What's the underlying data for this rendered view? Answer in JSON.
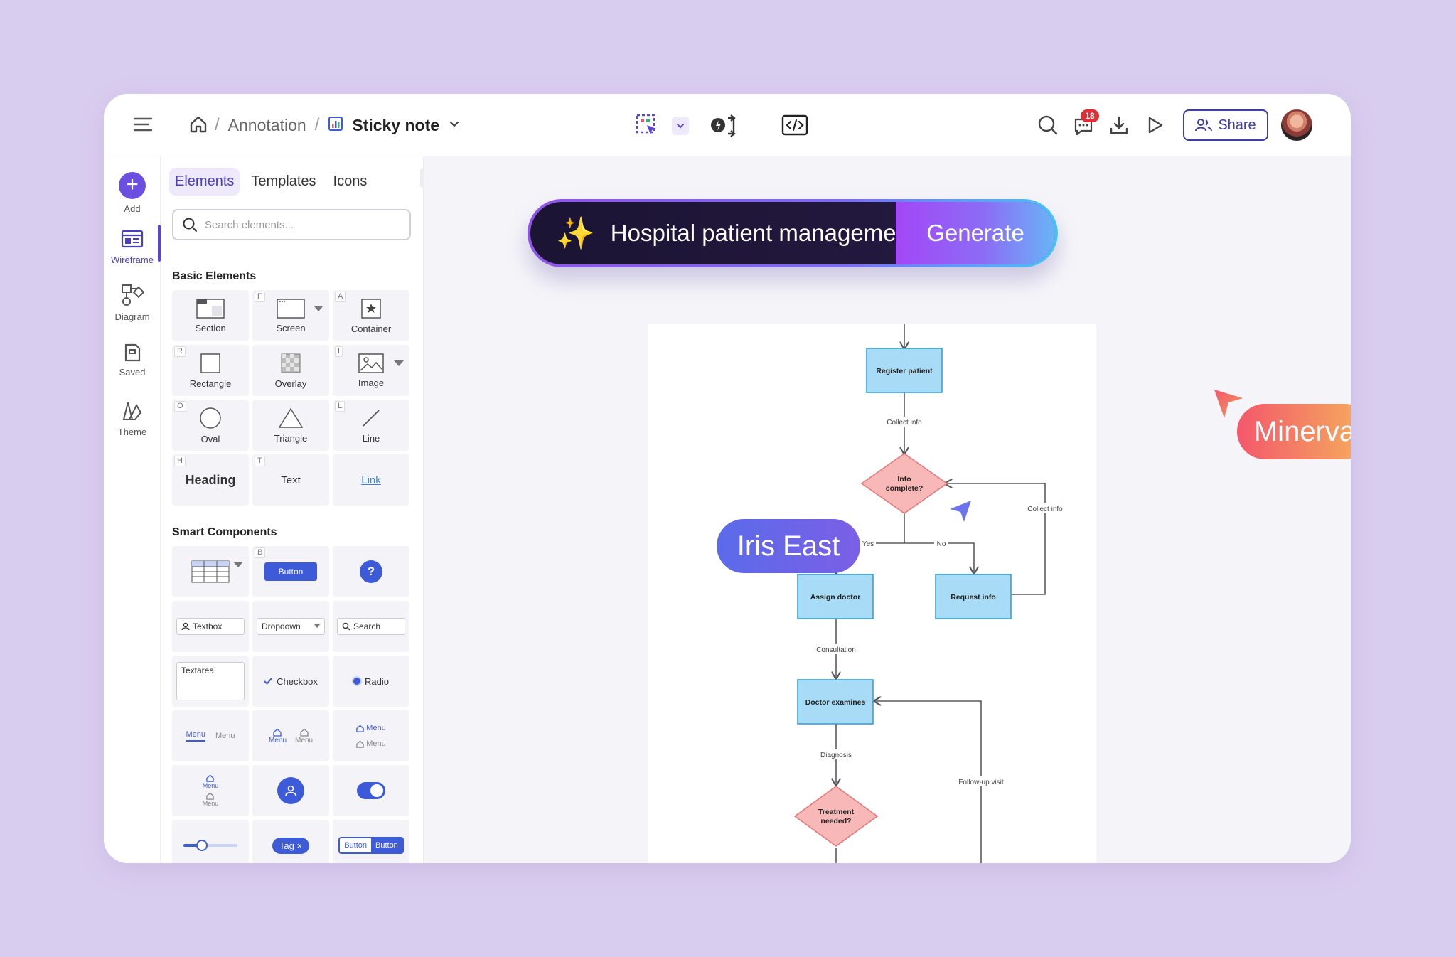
{
  "breadcrumb": {
    "root": "Annotation",
    "current": "Sticky note",
    "sep": "/"
  },
  "header": {
    "notifications": "18",
    "share_label": "Share"
  },
  "rail": [
    {
      "label": "Add"
    },
    {
      "label": "Wireframe"
    },
    {
      "label": "Diagram"
    },
    {
      "label": "Saved"
    },
    {
      "label": "Theme"
    }
  ],
  "panel": {
    "tabs": [
      "Elements",
      "Templates",
      "Icons"
    ],
    "search_placeholder": "Search elements...",
    "basic_title": "Basic Elements",
    "basic": [
      {
        "label": "Section",
        "key": ""
      },
      {
        "label": "Screen",
        "key": "F"
      },
      {
        "label": "Container",
        "key": "A"
      },
      {
        "label": "Rectangle",
        "key": "R"
      },
      {
        "label": "Overlay",
        "key": ""
      },
      {
        "label": "Image",
        "key": "I"
      },
      {
        "label": "Oval",
        "key": "O"
      },
      {
        "label": "Triangle",
        "key": ""
      },
      {
        "label": "Line",
        "key": "L"
      },
      {
        "label": "Heading",
        "key": "H"
      },
      {
        "label": "Text",
        "key": "T"
      },
      {
        "label": "Link",
        "key": ""
      }
    ],
    "smart_title": "Smart Components",
    "smart": {
      "button": "Button",
      "button_key": "B",
      "help": "?",
      "textbox": "Textbox",
      "dropdown": "Dropdown",
      "search": "Search",
      "textarea": "Textarea",
      "checkbox": "Checkbox",
      "radio": "Radio",
      "menu": "Menu",
      "tag": "Tag ×"
    }
  },
  "prompt": {
    "text": "Hospital patient management system",
    "generate_label": "Generate"
  },
  "cursors": [
    {
      "name": "Minerva",
      "color": "#f4576c"
    },
    {
      "name": "Iris East",
      "color": "#5b6bea"
    }
  ],
  "flowchart": {
    "register": "Register patient",
    "collect1": "Collect info",
    "info1": "Info",
    "info2": "complete?",
    "yes": "Yes",
    "no": "No",
    "collect2": "Collect info",
    "assign": "Assign doctor",
    "request": "Request info",
    "consult": "Consultation",
    "examine": "Doctor examines",
    "diagnosis": "Diagnosis",
    "followup": "Follow-up visit",
    "treat1": "Treatment",
    "treat2": "needed?"
  },
  "colors": {
    "accent": "#5b43d6",
    "box_fill": "#a8dcf6",
    "box_stroke": "#3a9fd9",
    "diamond_fill": "#f8b8b8",
    "diamond_stroke": "#e27a7a"
  }
}
